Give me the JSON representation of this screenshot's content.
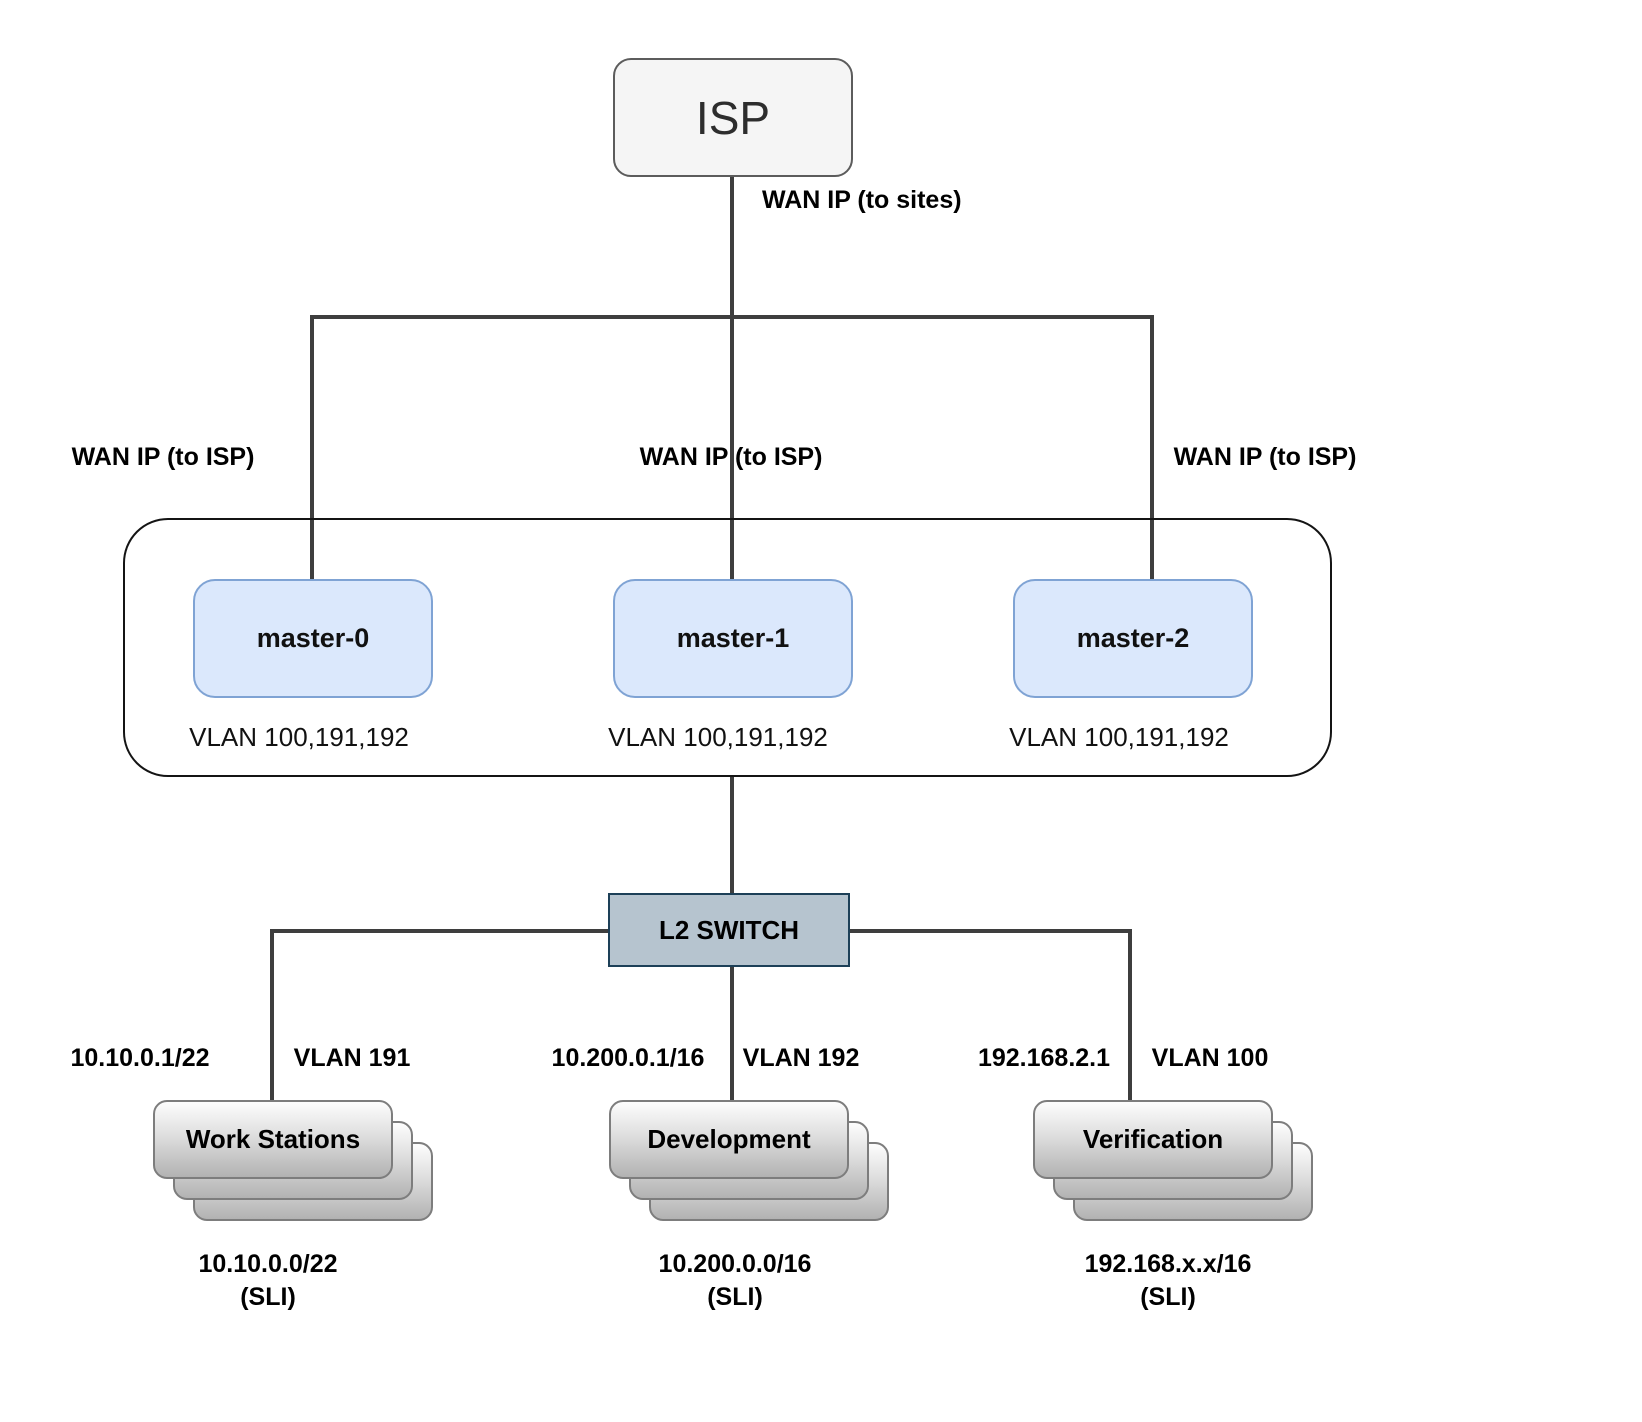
{
  "isp": {
    "label": "ISP"
  },
  "labels": {
    "wan_to_sites": "WAN IP (to sites)",
    "wan_to_isp": [
      "WAN IP (to ISP)",
      "WAN IP (to ISP)",
      "WAN IP (to ISP)"
    ]
  },
  "masters": [
    {
      "name": "master-0",
      "vlan": "VLAN 100,191,192"
    },
    {
      "name": "master-1",
      "vlan": "VLAN 100,191,192"
    },
    {
      "name": "master-2",
      "vlan": "VLAN 100,191,192"
    }
  ],
  "switch": {
    "label": "L2 SWITCH"
  },
  "segments": [
    {
      "name": "Work Stations",
      "gateway": "10.10.0.1/22",
      "vlan": "VLAN 191",
      "subnet": "10.10.0.0/22",
      "subnet_note": "(SLI)"
    },
    {
      "name": "Development",
      "gateway": "10.200.0.1/16",
      "vlan": "VLAN 192",
      "subnet": "10.200.0.0/16",
      "subnet_note": "(SLI)"
    },
    {
      "name": "Verification",
      "gateway": "192.168.2.1",
      "vlan": "VLAN 100",
      "subnet": "192.168.x.x/16",
      "subnet_note": "(SLI)"
    }
  ],
  "colors": {
    "line-color": "#3e3e3e",
    "isp-fill": "#f5f5f5",
    "isp-border": "#5c5c5c",
    "master-fill": "#dbe8fc",
    "master-border": "#7fa3d4",
    "switch-fill": "#b6c4cf",
    "switch-border": "#1d4058"
  }
}
